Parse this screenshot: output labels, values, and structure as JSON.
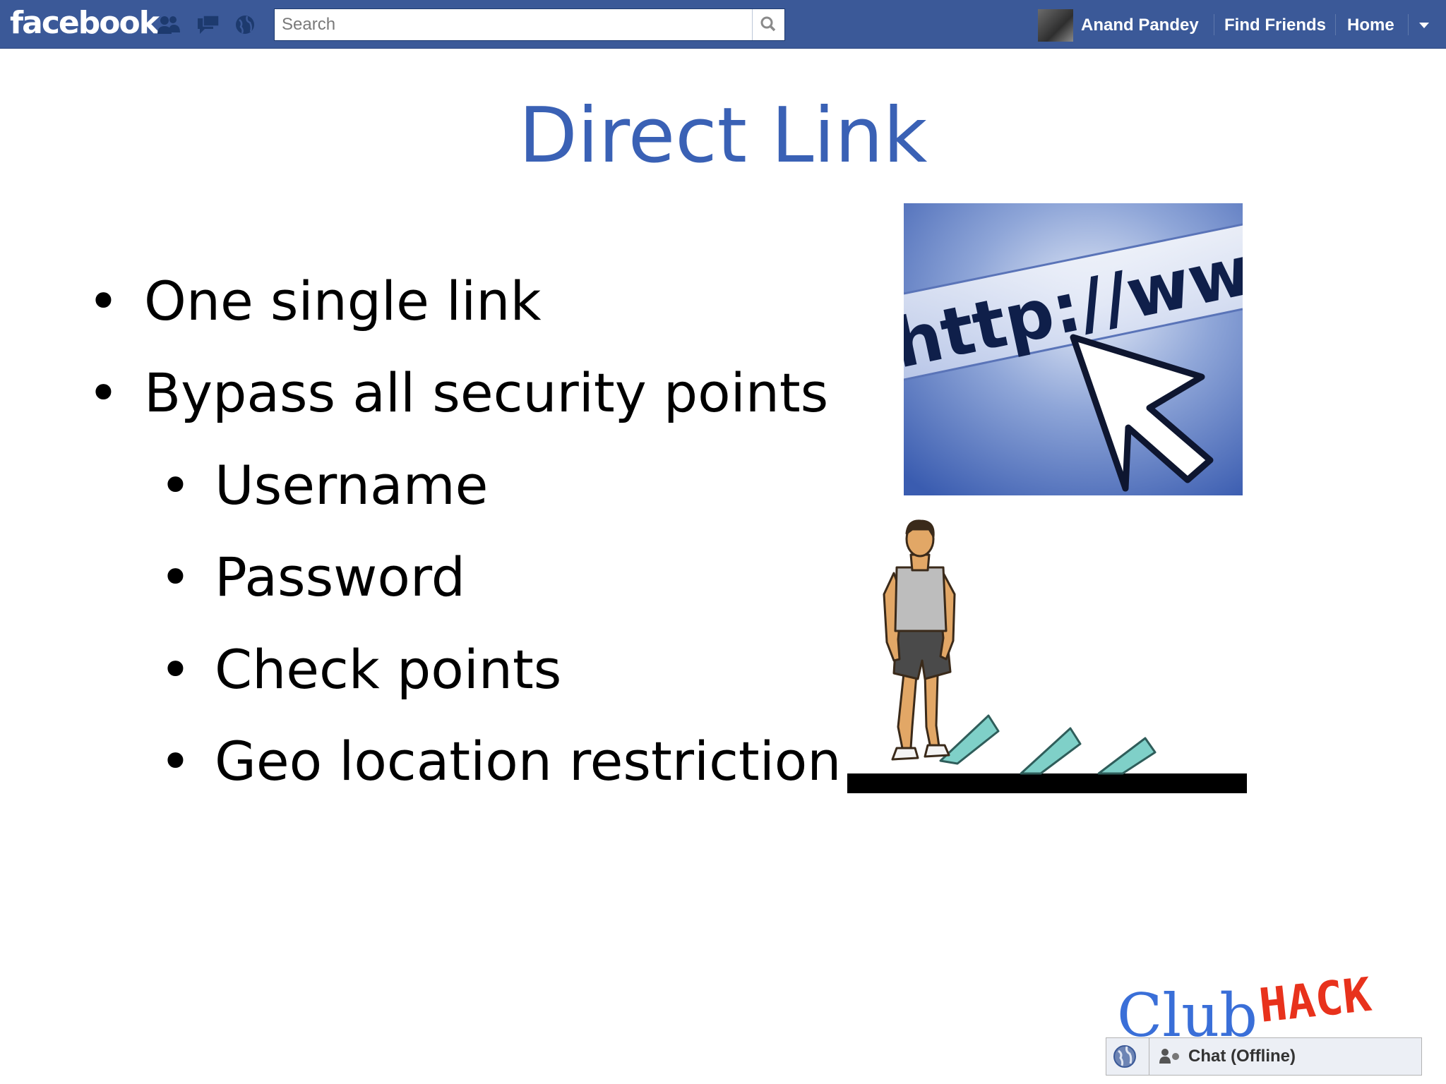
{
  "facebook_bar": {
    "logo": "facebook",
    "jewels": [
      "friend-requests-icon",
      "messages-icon",
      "notifications-icon"
    ],
    "search": {
      "placeholder": "Search",
      "value": "",
      "button_icon": "magnifier-icon"
    },
    "user": {
      "name": "Anand Pandey",
      "avatar_icon": "profile-avatar"
    },
    "nav": {
      "find_friends": "Find Friends",
      "home": "Home",
      "menu_icon": "caret-down-icon"
    },
    "colors": {
      "bar": "#3b5998",
      "text": "#ffffff"
    }
  },
  "slide": {
    "title": "Direct Link",
    "title_color": "#3a61b5",
    "bullets": [
      {
        "text": "One single link",
        "level": 1
      },
      {
        "text": "Bypass all security points",
        "level": 1
      },
      {
        "text": "Username",
        "level": 2
      },
      {
        "text": "Password",
        "level": 2
      },
      {
        "text": "Check points",
        "level": 2
      },
      {
        "text": "Geo location restriction",
        "level": 2
      }
    ],
    "bullet_glyph": "•",
    "url_image": {
      "text": "http://www",
      "icon": "mouse-cursor-icon"
    },
    "illustration": "runner-skipping-hurdles"
  },
  "footer": {
    "logo": {
      "club": "Club",
      "hack": "HACK",
      "club_color": "#3a6fd8",
      "hack_color": "#e8321c"
    },
    "chat": {
      "label": "Chat (Offline)",
      "icon": "chat-user-icon",
      "globe_icon": "globe-icon"
    }
  }
}
